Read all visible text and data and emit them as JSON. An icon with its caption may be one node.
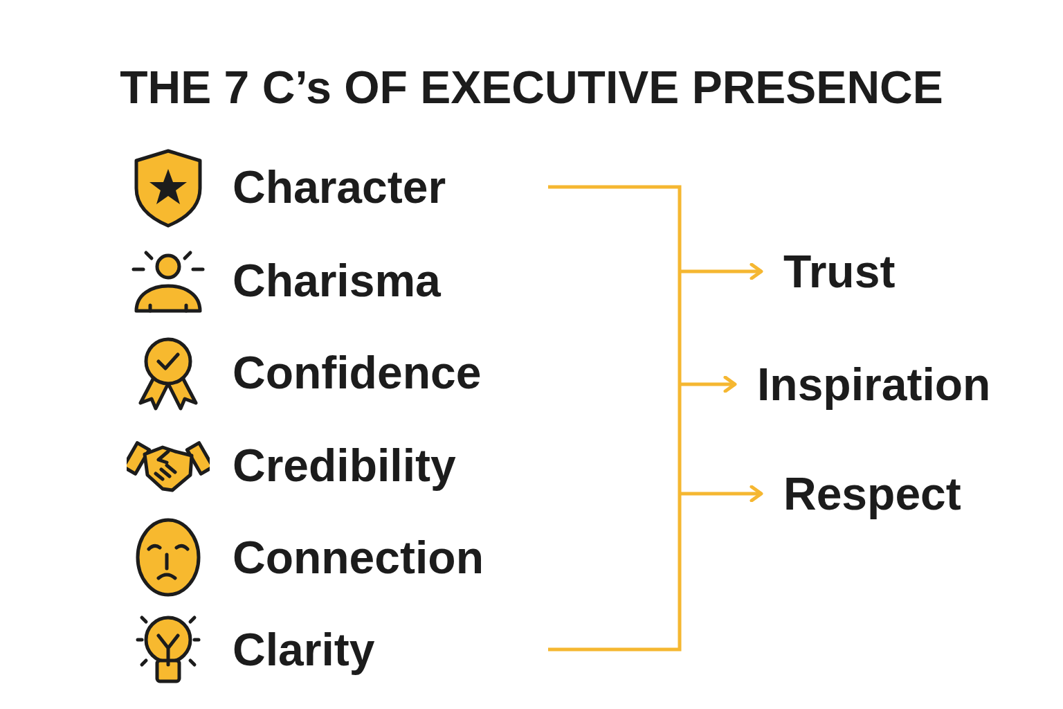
{
  "diagram": {
    "title": "THE 7 C’s OF EXECUTIVE PRESENCE",
    "nodes": [
      {
        "text": [
          "Character"
        ]
      },
      {
        "text": [
          "Charisma"
        ]
      },
      {
        "text": [
          "Confidence"
        ]
      },
      {
        "text": [
          "Credibility"
        ]
      },
      {
        "text": [
          "Connection"
        ]
      },
      {
        "text": [
          "Clarity"
        ]
      },
      {
        "text": [],
        "shape": "bracket"
      },
      {
        "text": [
          "Trust"
        ]
      },
      {
        "text": [
          "Inspiration"
        ]
      },
      {
        "text": [
          "Respect"
        ]
      }
    ],
    "edges": [
      {
        "from": 6,
        "to": 7,
        "arrow": "to"
      },
      {
        "from": 6,
        "to": 8,
        "arrow": "to"
      },
      {
        "from": 6,
        "to": 9,
        "arrow": "to"
      }
    ]
  }
}
